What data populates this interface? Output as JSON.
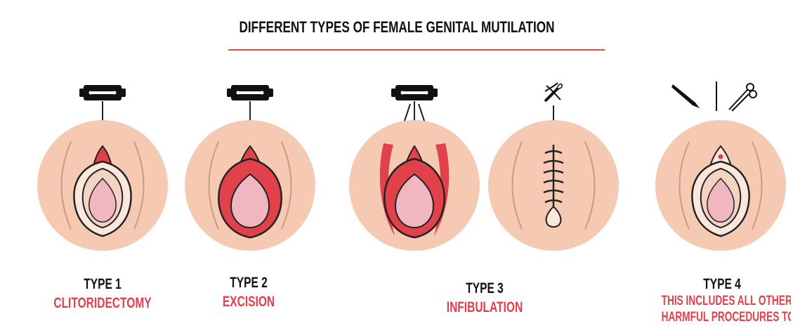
{
  "title": "DIFFERENT TYPES OF FEMALE GENITAL MUTILATION",
  "types": [
    {
      "label": "TYPE 1",
      "name": "CLITORIDECTOMY"
    },
    {
      "label": "TYPE 2",
      "name": "EXCISION"
    },
    {
      "label": "TYPE 3",
      "name": "INFIBULATION"
    },
    {
      "label": "TYPE 4",
      "name_line1": "THIS INCLUDES ALL OTHER",
      "name_line2": "HARMFUL PROCEDURES TO"
    }
  ],
  "icons": [
    "razor-blade-icon",
    "needle-thread-icon",
    "scalpel-icon",
    "scissors-icon"
  ],
  "colors": {
    "accent": "#e0414a",
    "skin": "#f6c9b3",
    "inner": "#f1b7c0",
    "outline": "#222222"
  }
}
